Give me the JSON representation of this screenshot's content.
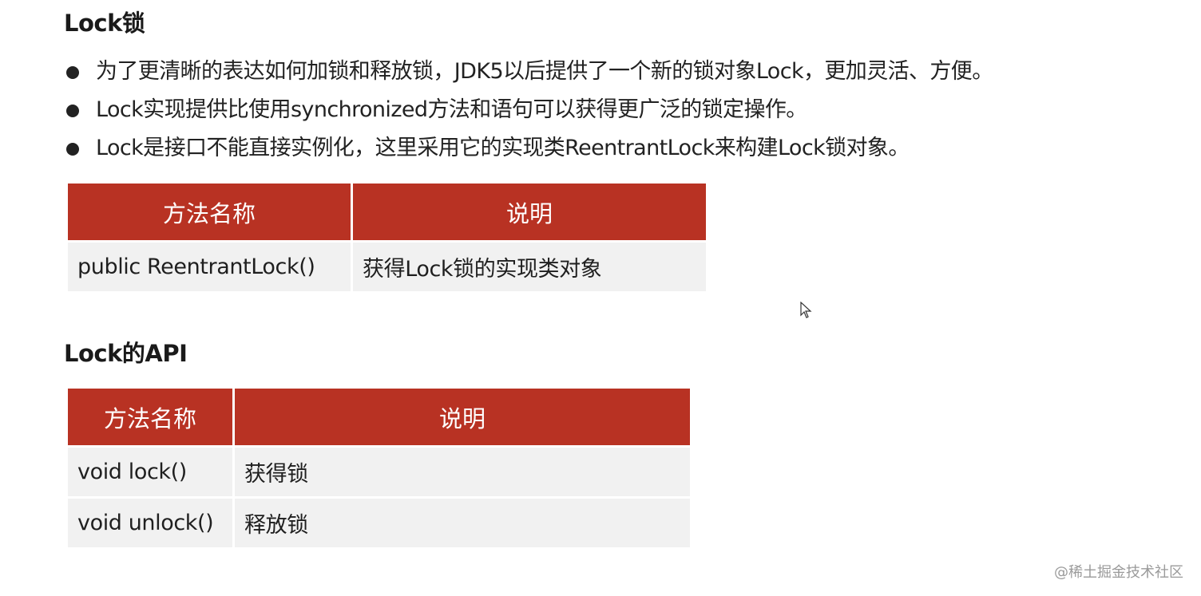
{
  "section1": {
    "title": "Lock锁",
    "bullets": [
      "为了更清晰的表达如何加锁和释放锁，JDK5以后提供了一个新的锁对象Lock，更加灵活、方便。",
      "Lock实现提供比使用synchronized方法和语句可以获得更广泛的锁定操作。",
      "Lock是接口不能直接实例化，这里采用它的实现类ReentrantLock来构建Lock锁对象。"
    ],
    "table": {
      "headers": [
        "方法名称",
        "说明"
      ],
      "rows": [
        [
          "public ReentrantLock()",
          "获得Lock锁的实现类对象"
        ]
      ]
    }
  },
  "section2": {
    "title": "Lock的API",
    "table": {
      "headers": [
        "方法名称",
        "说明"
      ],
      "rows": [
        [
          "void lock()",
          "获得锁"
        ],
        [
          "void unlock()",
          "释放锁"
        ]
      ]
    }
  },
  "watermark": "@稀土掘金技术社区",
  "colors": {
    "header_bg": "#b83223",
    "row_bg": "#f1f1f1"
  }
}
